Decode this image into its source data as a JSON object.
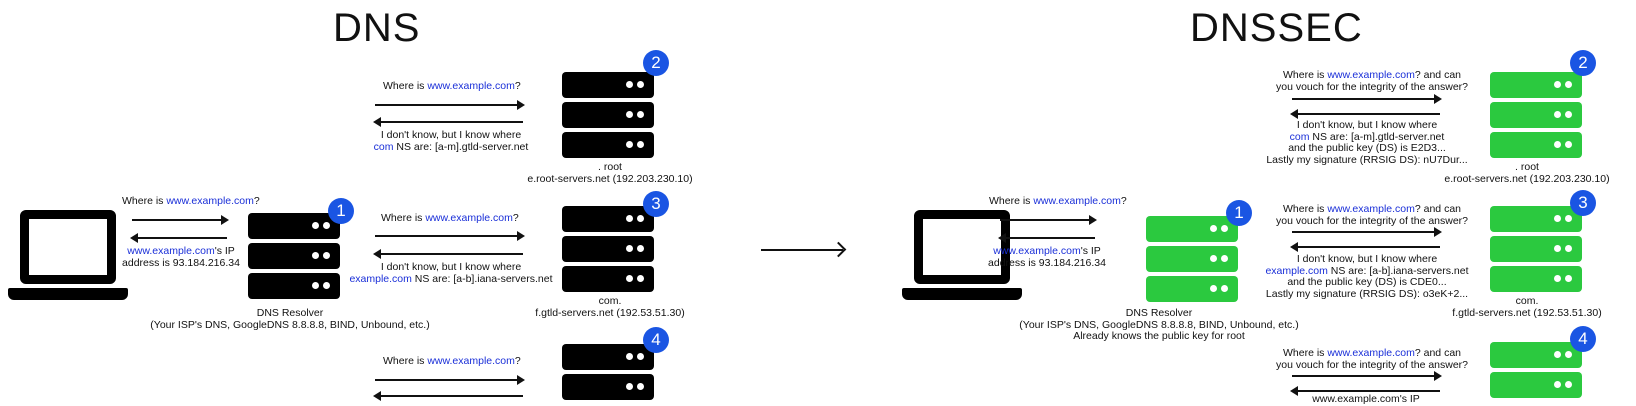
{
  "dns": {
    "title": "DNS",
    "badges": {
      "b1": "1",
      "b2": "2",
      "b3": "3",
      "b4": "4"
    },
    "client_query": {
      "pre": "Where is ",
      "link": "www.example.com",
      "post": "?"
    },
    "client_answer": {
      "link": "www.example.com",
      "line1_post": "'s IP",
      "line2": "address is 93.184.216.34"
    },
    "resolver_label": {
      "line1": "DNS Resolver",
      "line2": "(Your ISP's DNS, GoogleDNS 8.8.8.8, BIND, Unbound, etc.)"
    },
    "root_query": {
      "pre": "Where is ",
      "link": "www.example.com",
      "post": "?"
    },
    "root_answer": {
      "line1": "I don't know, but I know where",
      "link": "com",
      "line2_post": " NS are: [a-m].gtld-server.net"
    },
    "root_label": {
      "line1": ". root",
      "line2": "e.root-servers.net (192.203.230.10)"
    },
    "com_query": {
      "pre": "Where is ",
      "link": "www.example.com",
      "post": "?"
    },
    "com_answer": {
      "line1": "I don't know, but I know where",
      "link": "example.com",
      "line2_post": " NS are: [a-b].iana-servers.net"
    },
    "com_label": {
      "line1": "com.",
      "line2": "f.gtld-servers.net (192.53.51.30)"
    },
    "auth_query": {
      "pre": "Where is ",
      "link": "www.example.com",
      "post": "?"
    }
  },
  "dnssec": {
    "title": "DNSSEC",
    "badges": {
      "b1": "1",
      "b2": "2",
      "b3": "3",
      "b4": "4"
    },
    "client_query": {
      "pre": "Where is ",
      "link": "www.example.com",
      "post": "?"
    },
    "client_answer": {
      "link": "www.example.com",
      "line1_post": "'s IP",
      "line2": "address is 93.184.216.34"
    },
    "resolver_label": {
      "line1": "DNS Resolver",
      "line2": "(Your ISP's DNS, GoogleDNS 8.8.8.8, BIND, Unbound, etc.)",
      "line3": "Already knows the public key for root"
    },
    "root_query": {
      "pre": "Where is ",
      "link": "www.example.com",
      "post": "? and can",
      "line2": "you vouch for the integrity of the answer?"
    },
    "root_answer": {
      "line1": "I don't know, but I know where",
      "link": "com",
      "line2_post": " NS are: [a-m].gtld-server.net",
      "line3": "and the public key (DS) is E2D3...",
      "line4": "Lastly my signature (RRSIG DS): nU7Dur..."
    },
    "root_label": {
      "line1": ". root",
      "line2": "e.root-servers.net (192.203.230.10)"
    },
    "com_query": {
      "pre": "Where is ",
      "link": "www.example.com",
      "post": "? and can",
      "line2": "you vouch for the integrity of the answer?"
    },
    "com_answer": {
      "line1": "I don't know, but I know where",
      "link": "example.com",
      "line2_post": " NS are: [a-b].iana-servers.net",
      "line3": "and the public key (DS) is CDE0...",
      "line4": "Lastly my signature (RRSIG DS): o3eK+2..."
    },
    "com_label": {
      "line1": "com.",
      "line2": "f.gtld-servers.net (192.53.51.30)"
    },
    "auth_query": {
      "pre": "Where is ",
      "link": "www.example.com",
      "post": "? and can",
      "line2": "you vouch for the integrity of the answer?"
    },
    "auth_answer_partial": "www.example.com's IP"
  },
  "colors": {
    "badge": "#1a55e3",
    "link": "#1a2fd8",
    "dnssec_server": "#2bc93f",
    "dns_server": "#000000"
  }
}
